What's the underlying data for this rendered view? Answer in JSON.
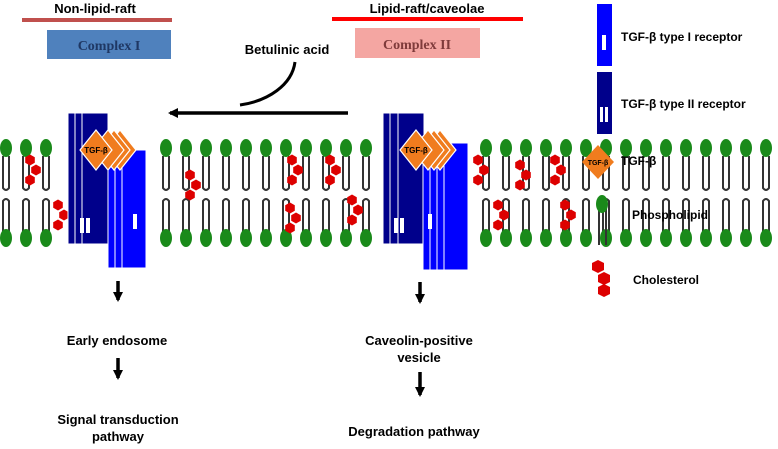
{
  "groups": {
    "left": {
      "label": "Non-lipid-raft",
      "bar_color": "#c0504d",
      "complex": "Complex I",
      "complex_fill": "#4f81bd",
      "complex_text": "#1f3864"
    },
    "right": {
      "label": "Lipid-raft/caveolae",
      "bar_color": "#ff0000",
      "complex": "Complex II",
      "complex_fill": "#f4a6a2",
      "complex_text": "#7f3b3b"
    }
  },
  "drug": "Betulinic acid",
  "tgf_label": "TGF-β",
  "pathway": {
    "left": {
      "step1": "Early endosome",
      "step2_line1": "Signal transduction",
      "step2_line2": "pathway"
    },
    "right": {
      "step1_line1": "Caveolin-positive",
      "step1_line2": "vesicle",
      "step2": "Degradation pathway"
    }
  },
  "legend": [
    {
      "icon": "type-i-receptor-icon",
      "label": "TGF-β type I receptor"
    },
    {
      "icon": "type-ii-receptor-icon",
      "label": "TGF-β type II receptor"
    },
    {
      "icon": "tgf-beta-icon",
      "label": "TGF-β"
    },
    {
      "icon": "phospholipid-icon",
      "label": "Phospholipid"
    },
    {
      "icon": "cholesterol-icon",
      "label": "Cholesterol"
    }
  ],
  "colors": {
    "type_i_receptor": "#0000ff",
    "type_ii_receptor": "#00008b",
    "tgf_beta": "#f07c1e",
    "phospholipid_head": "#1a8a1a",
    "cholesterol": "#dd0000"
  }
}
